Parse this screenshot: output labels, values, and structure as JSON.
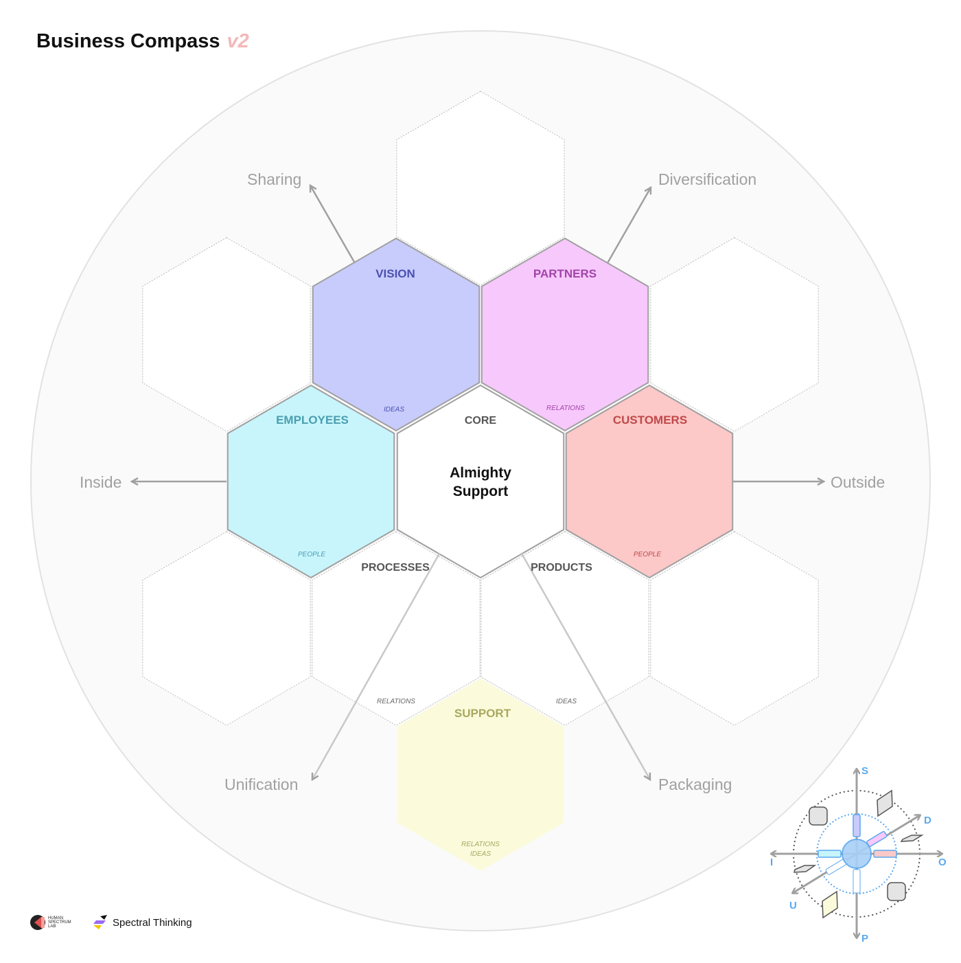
{
  "header": {
    "title": "Business Compass",
    "version": "v2"
  },
  "directions": {
    "sharing": "Sharing",
    "diversification": "Diversification",
    "inside": "Inside",
    "outside": "Outside",
    "unification": "Unification",
    "packaging": "Packaging"
  },
  "hexes": {
    "core": {
      "label": "CORE",
      "text_line1": "Almighty",
      "text_line2": "Support"
    },
    "vision": {
      "label": "VISION",
      "tag": "IDEAS",
      "fill": "#c8ccfc",
      "color": "#4a50b0"
    },
    "partners": {
      "label": "PARTNERS",
      "tag": "RELATIONS",
      "fill": "#f7c8fc",
      "color": "#a044a8"
    },
    "employees": {
      "label": "EMPLOYEES",
      "tag": "PEOPLE",
      "fill": "#c8f5fc",
      "color": "#4a9fb0"
    },
    "customers": {
      "label": "CUSTOMERS",
      "tag": "PEOPLE",
      "fill": "#fcc8c8",
      "color": "#c04848"
    },
    "support": {
      "label": "SUPPORT",
      "tag1": "RELATIONS",
      "tag2": "IDEAS",
      "fill": "#fbfbdc",
      "color": "#a8a860"
    },
    "processes": {
      "label": "PROCESSES",
      "tag": "RELATIONS"
    },
    "products": {
      "label": "PRODUCTS",
      "tag": "IDEAS"
    }
  },
  "mini_compass": {
    "s": "S",
    "d": "D",
    "o": "O",
    "p": "P",
    "u": "U",
    "i": "I"
  },
  "footer": {
    "logo1": "HUMAN SPECTRUM LAB",
    "logo2": "Spectral Thinking"
  }
}
